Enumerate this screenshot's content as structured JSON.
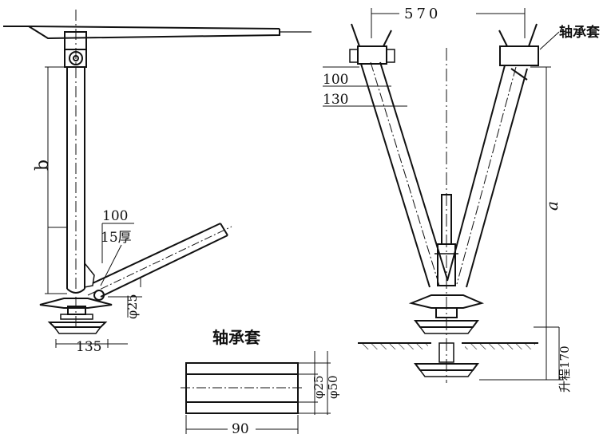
{
  "labels": {
    "dim_570": "570",
    "bearing_sleeve_callout": "轴承套",
    "dim_100_right": "100",
    "dim_130": "130",
    "dim_a": "a",
    "dim_b": "b",
    "dim_100_left": "100",
    "thickness_15": "15厚",
    "dia_25_left": "φ25",
    "dim_135": "135",
    "lift_170": "升程170",
    "detail_title": "轴承套",
    "detail_dia_25": "φ25",
    "detail_dia_50": "φ50",
    "detail_len_90": "90"
  }
}
